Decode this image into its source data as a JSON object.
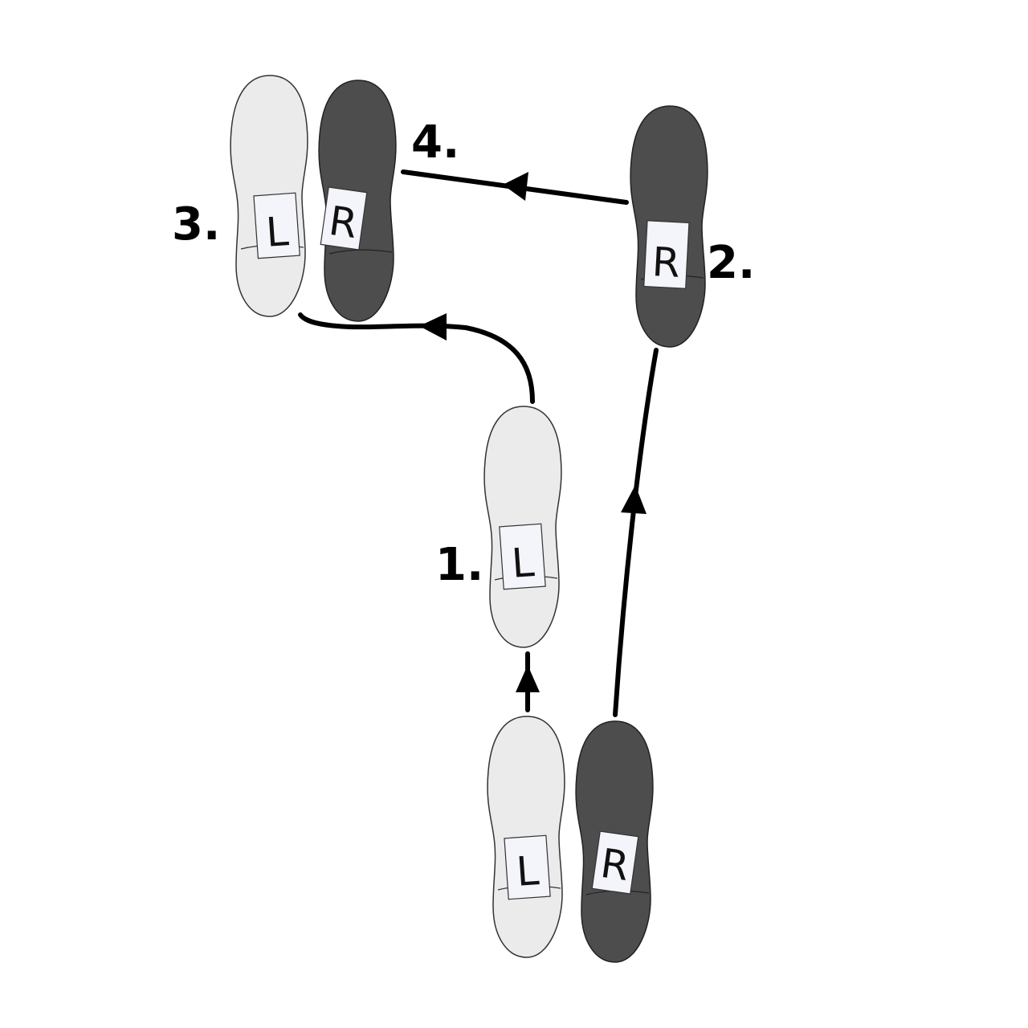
{
  "diagram": {
    "colors": {
      "left_foot": "#ebebeb",
      "right_foot": "#4d4d4d",
      "line": "#000000"
    },
    "feet": {
      "start_left": {
        "letter": "L"
      },
      "start_right": {
        "letter": "R"
      },
      "step1_left": {
        "letter": "L"
      },
      "step2_right": {
        "letter": "R"
      },
      "step3_left": {
        "letter": "L"
      },
      "step4_right": {
        "letter": "R"
      }
    },
    "step_labels": {
      "one": "1.",
      "two": "2.",
      "three": "3.",
      "four": "4."
    }
  }
}
